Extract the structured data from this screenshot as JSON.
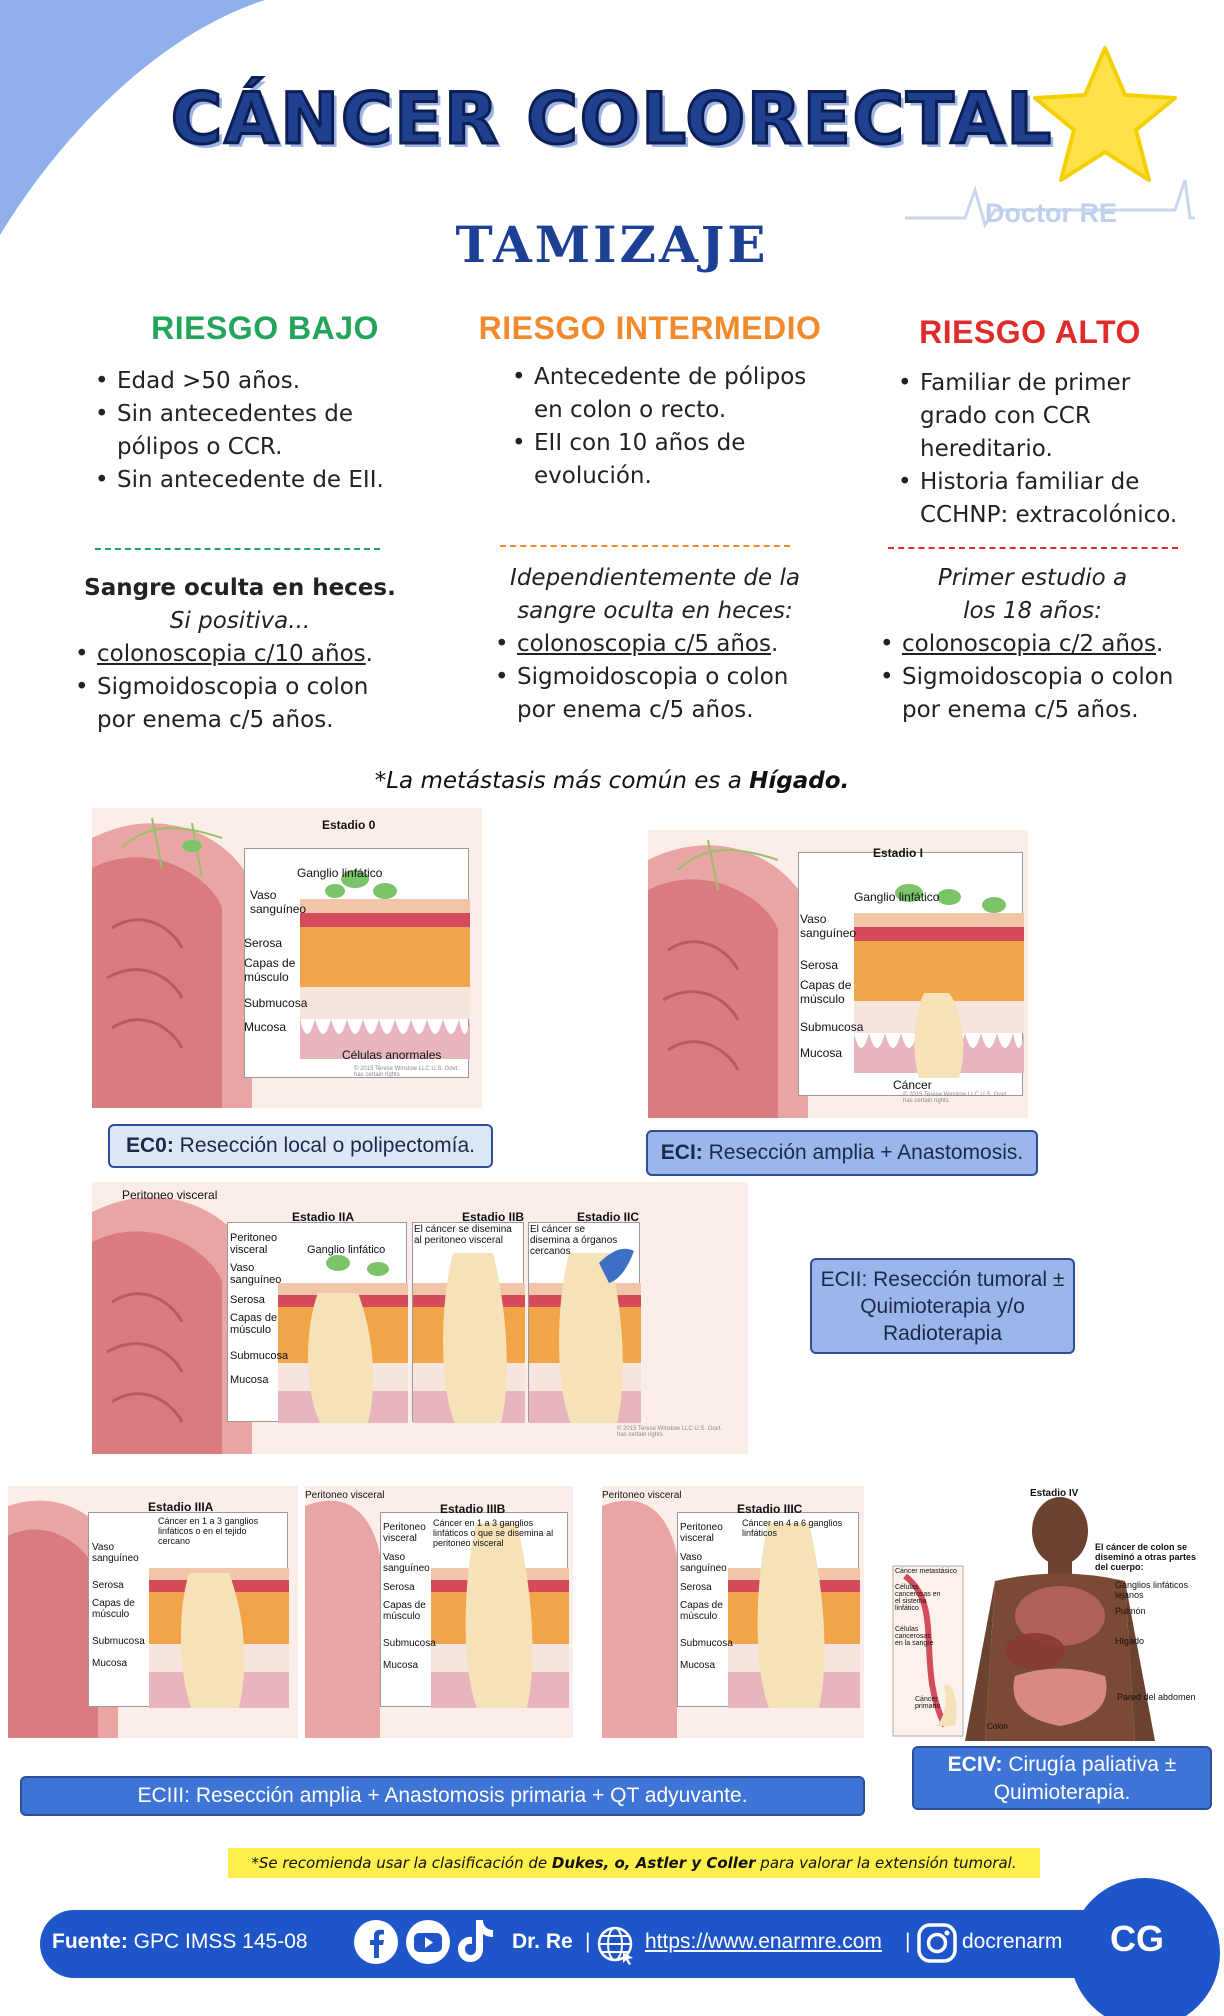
{
  "header": {
    "title": "CÁNCER COLORECTAL",
    "logo_text": "Doctor RE",
    "subtitle": "TAMIZAJE",
    "colors": {
      "title": "#1f3f8f",
      "subtitle": "#1d3f96",
      "star": "#ffe14a",
      "corner": "#8fb0ea"
    }
  },
  "risk": {
    "low": {
      "heading": "RIESGO BAJO",
      "color": "#22a55b",
      "items": [
        "Edad >50 años.",
        "Sin antecedentes de pólipos o CCR.",
        "Sin antecedente de EII."
      ],
      "rec_title": "Sangre oculta en heces.",
      "rec_subtitle": "Si positiva...",
      "rec_items": [
        "colonoscopia c/10 años",
        "Sigmoidoscopia o colon por enema c/5 años."
      ]
    },
    "intermediate": {
      "heading": "RIESGO INTERMEDIO",
      "color": "#f08a2c",
      "items": [
        "Antecedente de pólipos en colon o recto.",
        "EII con 10 años de evolución."
      ],
      "rec_title": "Idependientemente de la sangre oculta en heces:",
      "rec_items": [
        "colonoscopia c/5 años",
        "Sigmoidoscopia o colon por enema c/5 años."
      ]
    },
    "high": {
      "heading": "RIESGO ALTO",
      "color": "#e02b2b",
      "items": [
        "Familiar de primer grado con CCR hereditario.",
        "Historia familiar de CCHNP: extracolónico."
      ],
      "rec_title": "Primer estudio a los 18 años:",
      "rec_items": [
        "colonoscopia c/2 años",
        "Sigmoidoscopia o colon por enema c/5 años."
      ]
    }
  },
  "metastasis_note": {
    "text": "*La metástasis más común es a ",
    "bold": "Hígado",
    "end": "."
  },
  "figures": {
    "stage0": {
      "title": "Estadio 0",
      "labels": [
        "Ganglio linfático",
        "Vaso sanguíneo",
        "Serosa",
        "Capas de músculo",
        "Submucosa",
        "Mucosa",
        "Células anormales"
      ],
      "copyright": "© 2015 Terese Winslow LLC U.S. Govt. has certain rights"
    },
    "stage1": {
      "title": "Estadio I",
      "labels": [
        "Ganglio linfático",
        "Vaso sanguíneo",
        "Serosa",
        "Capas de músculo",
        "Submucosa",
        "Mucosa",
        "Cáncer"
      ],
      "copyright": "© 2015 Terese Winslow LLC U.S. Govt. has certain rights"
    },
    "stage2": {
      "corner_label": "Peritoneo visceral",
      "titles": [
        "Estadio IIA",
        "Estadio IIB",
        "Estadio IIC"
      ],
      "labels": [
        "Peritoneo visceral",
        "Ganglio linfático",
        "Vaso sanguíneo",
        "Serosa",
        "Capas de músculo",
        "Submucosa",
        "Mucosa"
      ],
      "notes": [
        "El cáncer se disemina al peritoneo visceral",
        "El cáncer se disemina a órganos cercanos"
      ],
      "copyright": "© 2015 Terese Winslow LLC U.S. Govt. has certain rights"
    },
    "stage3": {
      "corner_label": "Peritoneo visceral",
      "titles": [
        "Estadio IIIA",
        "Estadio IIIB",
        "Estadio IIIC"
      ],
      "notes": [
        "Cáncer en 1 a 3 ganglios linfáticos o en el tejido cercano",
        "Cáncer en 1 a 3 ganglios linfáticos o que se disemina al peritoneo visceral",
        "Cáncer en 4 a 6 ganglios linfáticos"
      ],
      "labels": [
        "Peritoneo visceral",
        "Vaso sanguíneo",
        "Serosa",
        "Capas de músculo",
        "Submucosa",
        "Mucosa"
      ]
    },
    "stage4": {
      "title": "Estadio IV",
      "note": "El cáncer de colon se diseminó a otras partes del cuerpo:",
      "organs": [
        "Ganglios linfáticos lejanos",
        "Pulmón",
        "Hígado",
        "Pared del abdomen"
      ],
      "inset_labels": [
        "Cáncer metastásico",
        "Células cancerosas en el sistema linfático",
        "Células cancerosas en la sangre",
        "Cáncer primario",
        "Colon"
      ]
    }
  },
  "stages": {
    "ec0": {
      "bold": "EC0:",
      "text": " Resección local o polipectomía."
    },
    "eci": {
      "bold": "ECI:",
      "text": " Resección amplia + Anastomosis."
    },
    "ecii": {
      "lines": [
        "ECII: Resección tumoral  ±",
        "Quimioterapia y/o",
        "Radioterapia"
      ]
    },
    "eciii": {
      "text": "ECIII: Resección amplia + Anastomosis primaria + QT adyuvante."
    },
    "eciv": {
      "bold": "ECIV:",
      "text": " Cirugía paliativa  ±",
      "line2": "Quimioterapia."
    }
  },
  "bottom_note": {
    "pre": "*Se recomienda usar la clasificación de ",
    "bold": "Dukes, o, Astler y Coller",
    "post": " para valorar la extensión tumoral."
  },
  "footer": {
    "source_bold": "Fuente:",
    "source": " GPC IMSS   145-08",
    "author": "Dr. Re",
    "url": "https://www.enarmre.com",
    "handle": "docrenarm",
    "badge": "CG",
    "icons": [
      "facebook-icon",
      "youtube-icon",
      "tiktok-icon",
      "globe-icon",
      "instagram-icon"
    ]
  }
}
